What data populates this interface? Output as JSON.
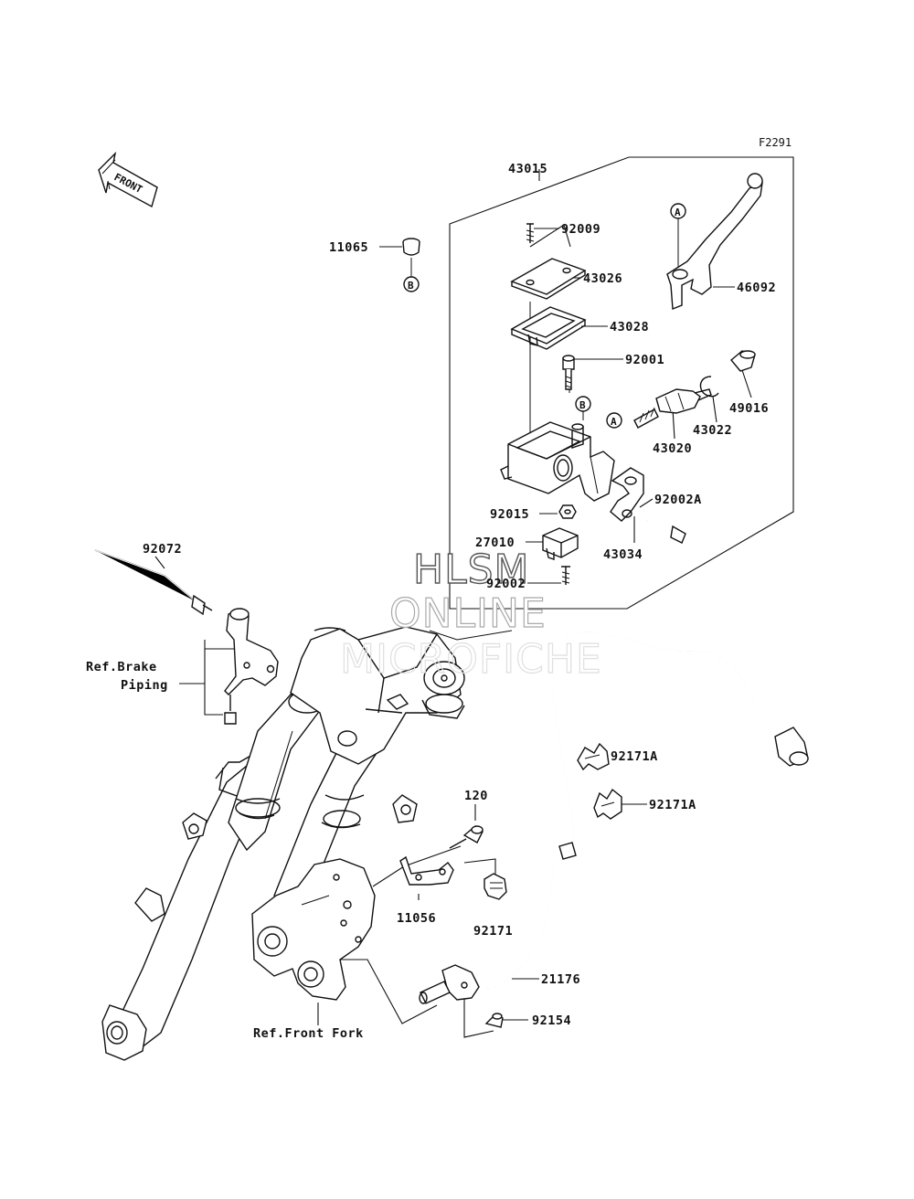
{
  "figure_code": "F2291",
  "front_label": "FRONT",
  "watermark": {
    "line1": "HLSM",
    "line2": "ONLINE",
    "line3": "MICROFICHE"
  },
  "callouts": {
    "A": "A",
    "B": "B"
  },
  "parts": {
    "p43015": "43015",
    "p92009": "92009",
    "p11065": "11065",
    "p43026": "43026",
    "p46092": "46092",
    "p43028": "43028",
    "p92001": "92001",
    "p49016": "49016",
    "p43022": "43022",
    "p43020": "43020",
    "p92002A": "92002A",
    "p92015": "92015",
    "p27010": "27010",
    "p43034": "43034",
    "p92002": "92002",
    "p92072": "92072",
    "p92171A_1": "92171A",
    "p92171A_2": "92171A",
    "p120": "120",
    "p11056": "11056",
    "p92171": "92171",
    "p21176": "21176",
    "p92154": "92154"
  },
  "references": {
    "brake_piping_line1": "Ref.Brake",
    "brake_piping_line2": "Piping",
    "front_fork": "Ref.Front Fork"
  }
}
